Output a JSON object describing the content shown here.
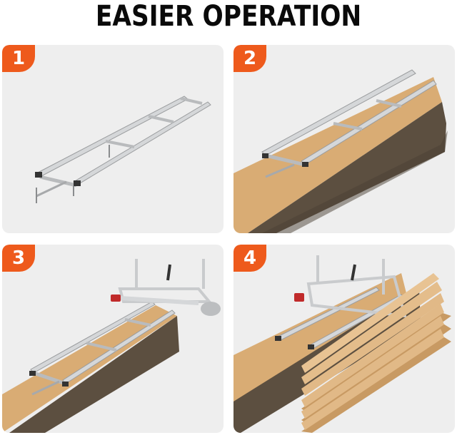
{
  "header": {
    "title": "EASIER OPERATION"
  },
  "steps": [
    {
      "number": "1",
      "image": "alloy-rail-frame-assembled"
    },
    {
      "number": "2",
      "image": "rail-frame-mounted-on-log"
    },
    {
      "number": "3",
      "image": "chainsaw-mill-placed-on-rails"
    },
    {
      "number": "4",
      "image": "milling-log-into-boards"
    }
  ],
  "colors": {
    "badge": "#ee5a1c",
    "panel_bg": "#eeeeee",
    "wood": "#d9ac74",
    "bark": "#5c4f40",
    "rail": "#c9cbcd"
  }
}
